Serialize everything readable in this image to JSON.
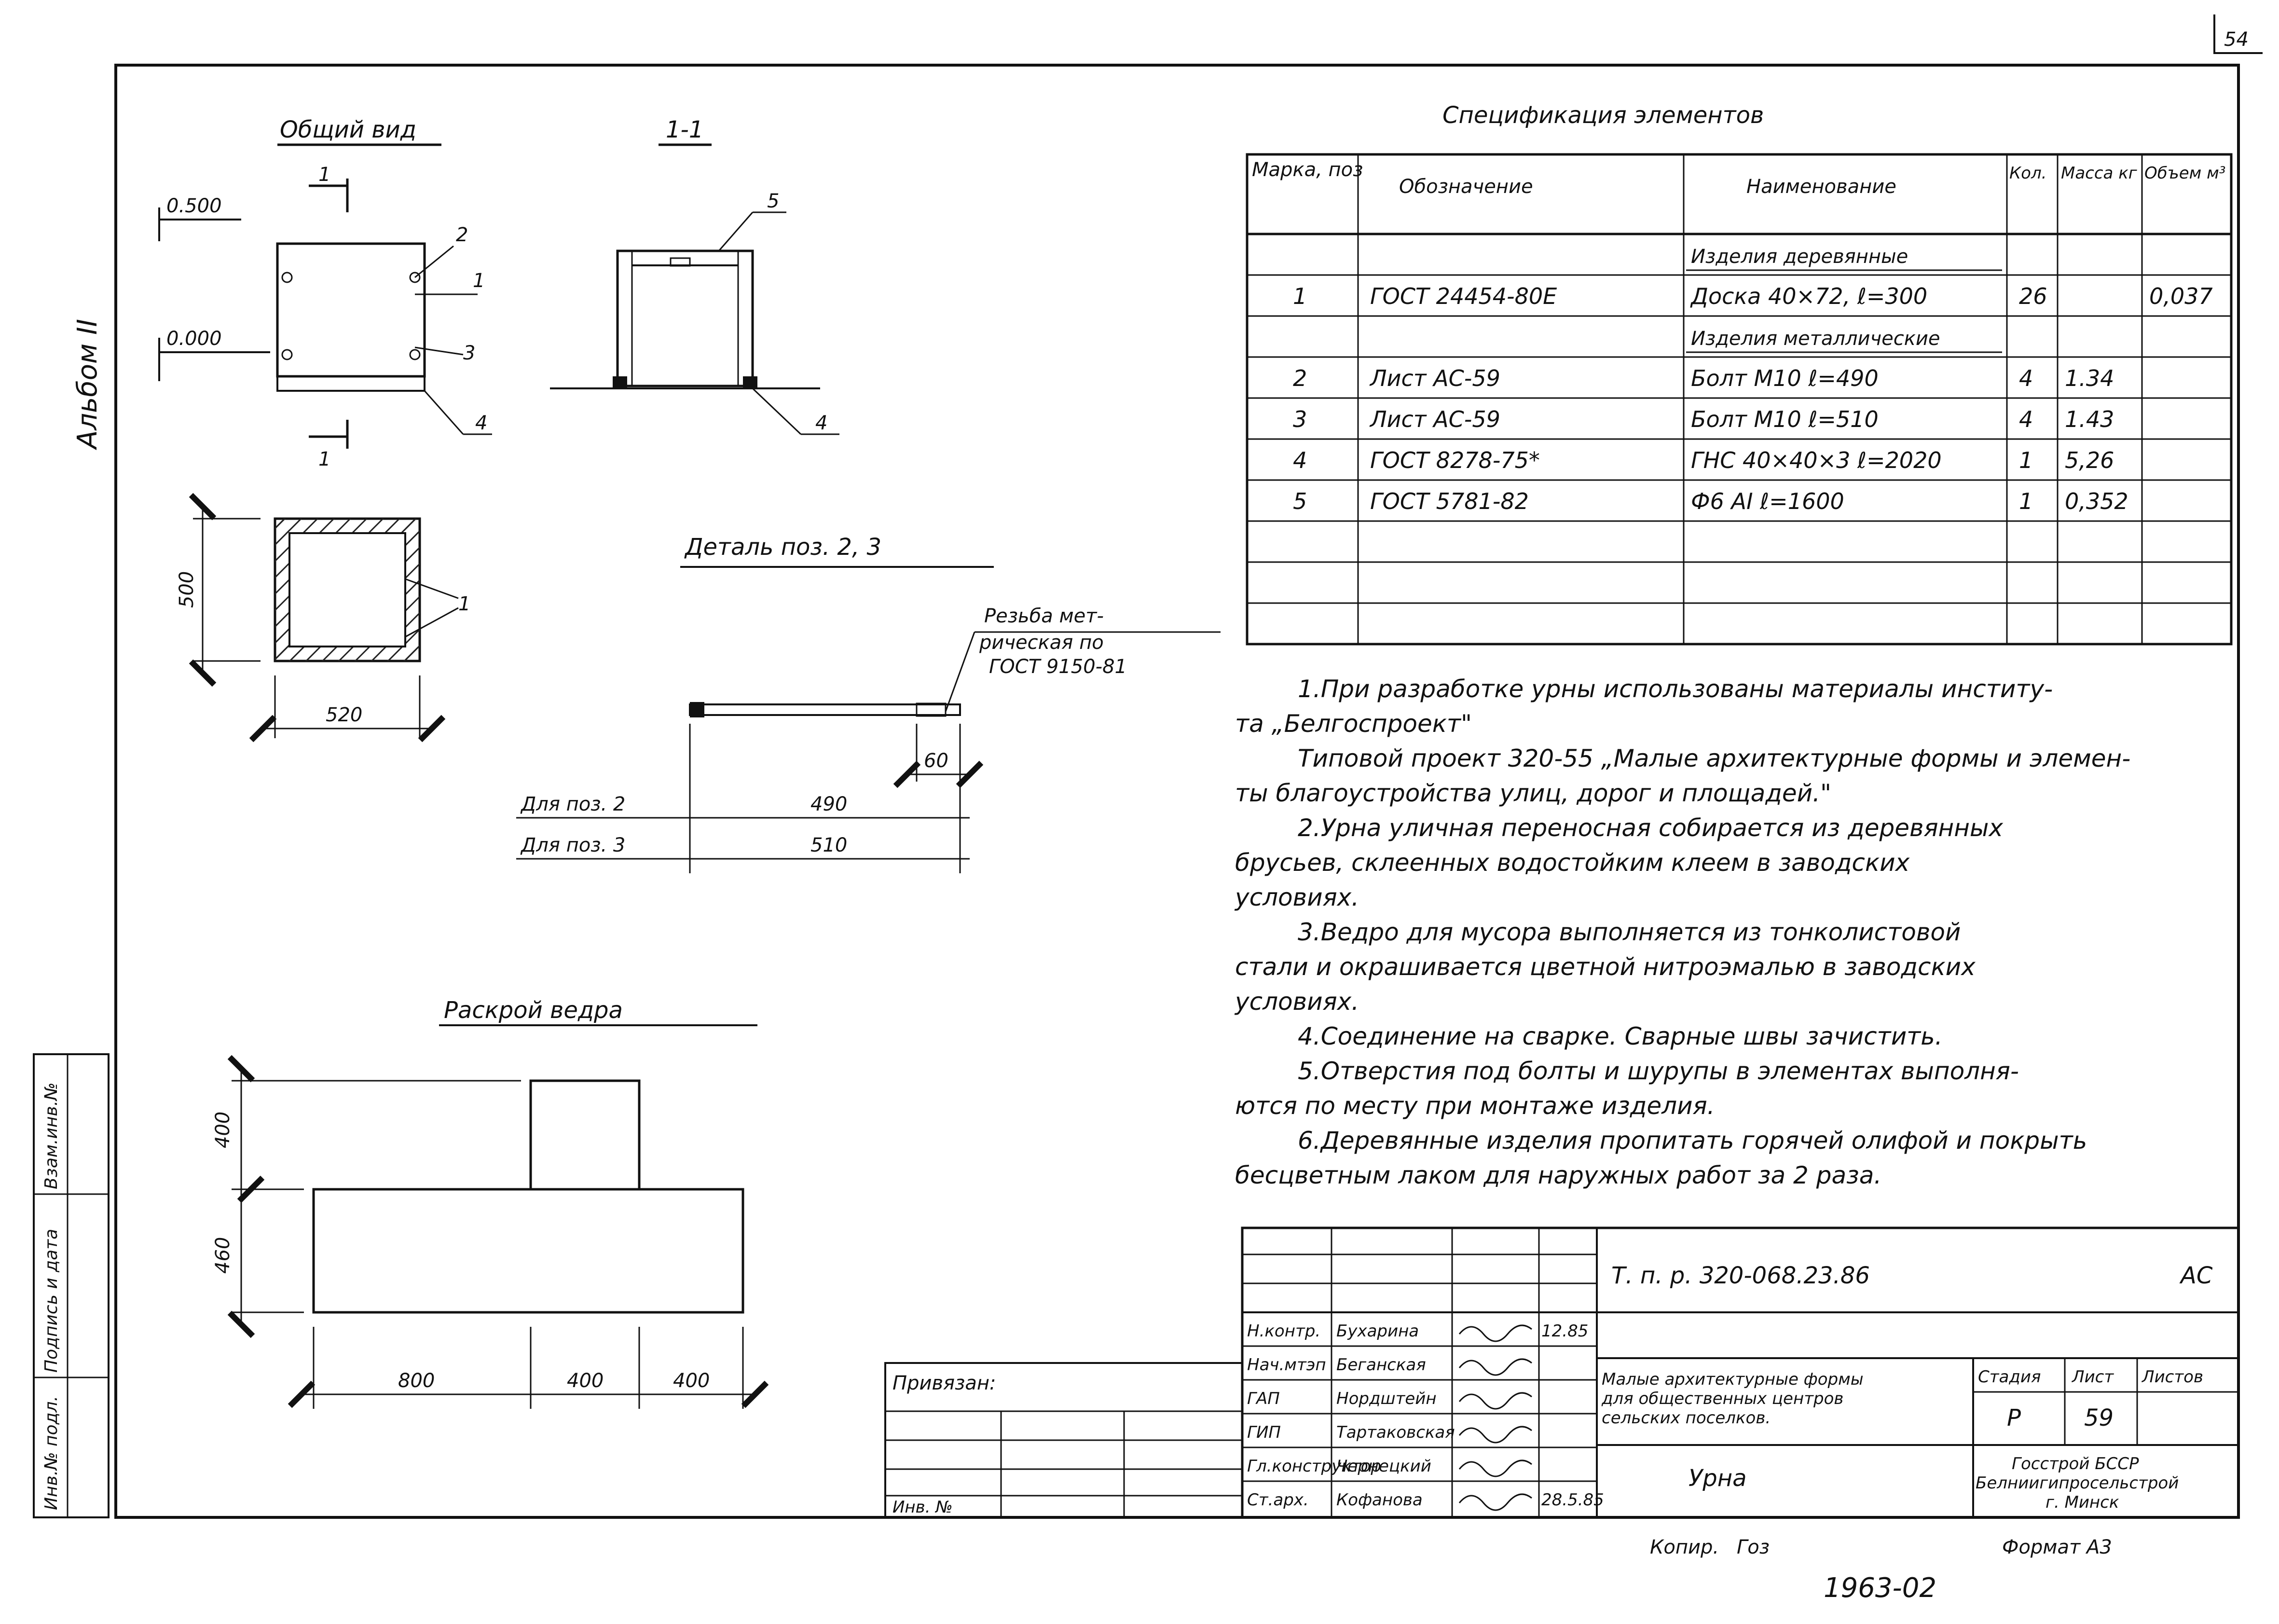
{
  "page_number": "54",
  "album": "Альбом II",
  "views": {
    "general_view": "Общий вид",
    "section": "1-1",
    "section_mark": "1",
    "level_top": "0.500",
    "level_zero": "0.000",
    "positions_general": [
      "2",
      "1",
      "3",
      "4"
    ],
    "position_section_top": "5",
    "position_section_bottom": "4",
    "plan_dim_height": "500",
    "plan_dim_width": "520",
    "plan_position": "1"
  },
  "detail": {
    "title": "Деталь поз. 2, 3",
    "thread_note": [
      "Резьба мет-",
      "рическая по",
      "ГОСТ 9150-81"
    ],
    "dim_thread": "60",
    "rows": [
      {
        "label": "Для поз. 2",
        "value": "490"
      },
      {
        "label": "Для поз. 3",
        "value": "510"
      }
    ]
  },
  "bucket": {
    "title": "Раскрой ведра",
    "dim_top": "400",
    "dim_bottom": "460",
    "dims_horizontal": [
      "800",
      "400",
      "400"
    ]
  },
  "spec": {
    "title": "Спецификация элементов",
    "headers": {
      "mark": "Марка, поз",
      "designation": "Обозначение",
      "name": "Наименование",
      "qty": "Кол.",
      "mass": "Масса кг",
      "volume": "Объем м³"
    },
    "rows": [
      {
        "mark": "",
        "designation": "",
        "name": "Изделия деревянные",
        "qty": "",
        "mass": "",
        "volume": "",
        "group": true
      },
      {
        "mark": "1",
        "designation": "ГОСТ 24454-80Е",
        "name": "Доска 40×72, ℓ=300",
        "qty": "26",
        "mass": "",
        "volume": "0,037"
      },
      {
        "mark": "",
        "designation": "",
        "name": "Изделия металлические",
        "qty": "",
        "mass": "",
        "volume": "",
        "group": true
      },
      {
        "mark": "2",
        "designation": "Лист АС-59",
        "name": "Болт М10 ℓ=490",
        "qty": "4",
        "mass": "1.34",
        "volume": ""
      },
      {
        "mark": "3",
        "designation": "Лист АС-59",
        "name": "Болт М10 ℓ=510",
        "qty": "4",
        "mass": "1.43",
        "volume": ""
      },
      {
        "mark": "4",
        "designation": "ГОСТ 8278-75*",
        "name": "ГНС 40×40×3 ℓ=2020",
        "qty": "1",
        "mass": "5,26",
        "volume": ""
      },
      {
        "mark": "5",
        "designation": "ГОСТ 5781-82",
        "name": "Ф6 АI ℓ=1600",
        "qty": "1",
        "mass": "0,352",
        "volume": ""
      },
      {
        "mark": "",
        "designation": "",
        "name": "",
        "qty": "",
        "mass": "",
        "volume": ""
      },
      {
        "mark": "",
        "designation": "",
        "name": "",
        "qty": "",
        "mass": "",
        "volume": ""
      },
      {
        "mark": "",
        "designation": "",
        "name": "",
        "qty": "",
        "mass": "",
        "volume": ""
      }
    ]
  },
  "notes": [
    "1.При разработке урны использованы материалы институ-",
    "та „Белгоспроект\"",
    "Типовой проект 320-55 „Малые архитектурные формы и элемен-",
    "ты благоустройства улиц, дорог и площадей.\"",
    "2.Урна уличная переносная собирается из деревянных",
    "брусьев, склеенных водостойким клеем в заводских",
    "условиях.",
    "3.Ведро для мусора выполняется из тонколистовой",
    "стали и окрашивается цветной нитроэмалью в заводских",
    "условиях.",
    "4.Соединение на сварке. Сварные швы зачистить.",
    "5.Отверстия под болты и шурупы в элементах выполня-",
    "ются по месту при монтаже изделия.",
    "6.Деревянные изделия пропитать горячей олифой и покрыть",
    "бесцветным лаком для наружных работ за 2 раза."
  ],
  "title_block": {
    "code": "Т. п. р. 320-068.23.86",
    "mark": "АС",
    "staff": [
      {
        "role": "Н.контр.",
        "name": "Бухарина",
        "date": "12.85"
      },
      {
        "role": "Нач.мтэп",
        "name": "Беганская",
        "date": ""
      },
      {
        "role": "ГАП",
        "name": "Нордштейн",
        "date": ""
      },
      {
        "role": "ГИП",
        "name": "Тартаковская",
        "date": ""
      },
      {
        "role": "Гл.конструктор",
        "name": "Чернецкий",
        "date": ""
      },
      {
        "role": "Ст.арх.",
        "name": "Кофанова",
        "date": "28.5.85"
      }
    ],
    "bound_label": "Привязан:",
    "inv_label": "Инв. №",
    "project_title": [
      "Малые архитектурные формы",
      "для общественных центров",
      "сельских поселков."
    ],
    "stage_label": "Стадия",
    "sheet_label": "Лист",
    "sheets_label": "Листов",
    "stage": "Р",
    "sheet": "59",
    "sheets": "",
    "drawing_name": "Урна",
    "organization": [
      "Госстрой БССР",
      "Белниигипросельстрой",
      "г. Минск"
    ]
  },
  "side_stamp": [
    "Инв.№ подл.",
    "Подпись и дата",
    "Взам.инв.№"
  ],
  "footer": {
    "copied": "Копир.",
    "copied_name": "Гоз",
    "format": "Формат А3",
    "handwritten": "1963-02"
  }
}
